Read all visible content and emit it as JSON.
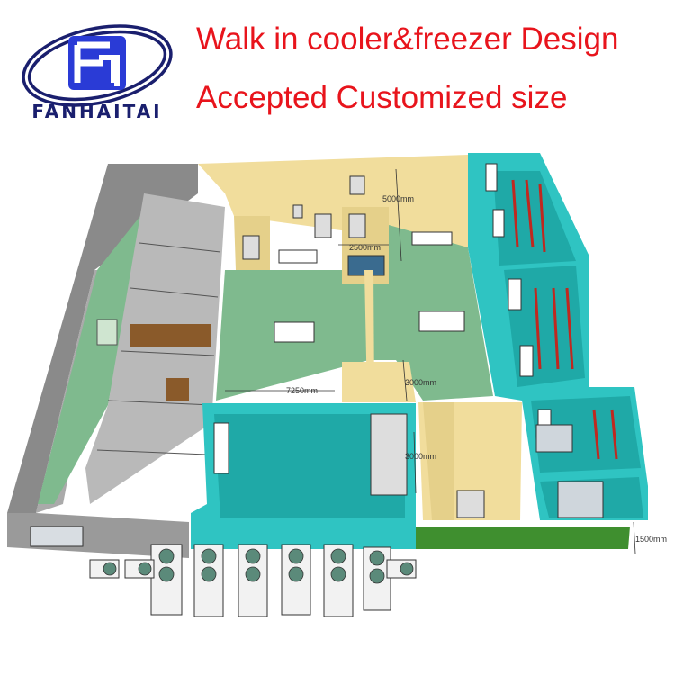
{
  "brand": {
    "logo_icon": "fh-monogram-logo",
    "name": "FANHAITAI",
    "colors": {
      "navy": "#1a1f6e",
      "blue": "#2a3bd6",
      "red": "#e8141c"
    }
  },
  "headline": {
    "line1": "Walk in cooler&freezer Design",
    "line2": "Accepted Customized size"
  },
  "dimensions": {
    "d1": "5000mm",
    "d2": "2500mm",
    "d3": "7250mm",
    "d4": "3000mm",
    "d5": "3000mm",
    "d6": "1500mm"
  },
  "colors": {
    "wall_gray": "#8a8a8a",
    "floor_green": "#7fba8e",
    "wall_teal": "#2fc4c2",
    "wall_beige": "#f1dd9c",
    "lawn": "#3f8f2f",
    "pipe_red": "#c0281f"
  }
}
